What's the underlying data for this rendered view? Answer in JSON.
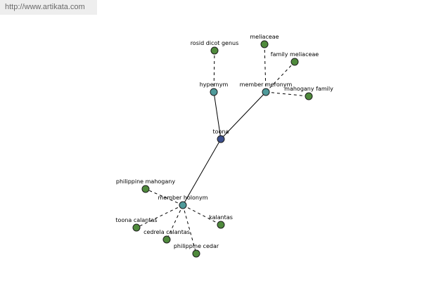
{
  "source": {
    "url": "http://www.artikata.com"
  },
  "colors": {
    "root_node": "#3c4f8c",
    "relation_node": "#4f9a9a",
    "leaf_node": "#4f8a3c",
    "edge": "#000000"
  },
  "graph": {
    "root": {
      "label": "toona"
    },
    "relations": [
      {
        "key": "hypernym",
        "label": "hypernym",
        "terms": [
          "rosid dicot genus"
        ]
      },
      {
        "key": "member-meronym",
        "label": "member meronym",
        "terms": [
          "meliaceae",
          "family meliaceae",
          "mahogany family"
        ]
      },
      {
        "key": "member-holonym",
        "label": "member holonym",
        "terms": [
          "philippine mahogany",
          "toona calantas",
          "cedrela calantas",
          "philippine cedar",
          "kalantas"
        ]
      }
    ]
  }
}
